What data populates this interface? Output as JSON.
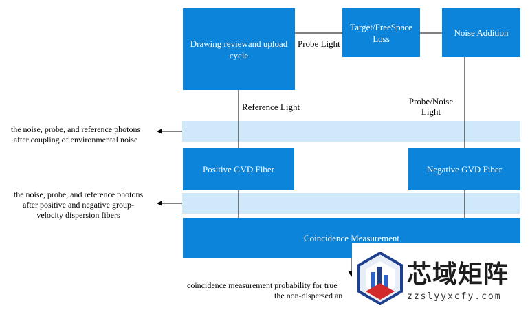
{
  "boxes": {
    "drawing_review": "Drawing reviewand upload cycle",
    "target_loss_line1": "Target/FreeSpace",
    "target_loss_line2": "Loss",
    "noise_addition": "Noise Addition",
    "positive_gvd": "Positive GVD Fiber",
    "negative_gvd": "Negative GVD Fiber",
    "coincidence": "Coincidence Measurement"
  },
  "labels": {
    "probe_light": "Probe Light",
    "reference_light": "Reference Light",
    "probe_noise_line1": "Probe/Noise",
    "probe_noise_line2": "Light"
  },
  "notes": {
    "after_coupling_line1": "the noise, probe, and reference photons",
    "after_coupling_line2": "after coupling of environmental noise",
    "after_dispersion_line1": "the noise, probe, and reference photons",
    "after_dispersion_line2": "after positive and negative group-",
    "after_dispersion_line3": "velocity dispersion fibers",
    "bottom_line1": "coincidence measurement  probability for true",
    "bottom_line2": "the non-dispersed  an"
  },
  "watermark": {
    "chinese": "芯域矩阵",
    "url": "zzslyyxcfy.com"
  },
  "colors": {
    "box_fill": "#0b84d9",
    "band_fill": "#cfe8fa",
    "line": "#000000"
  }
}
